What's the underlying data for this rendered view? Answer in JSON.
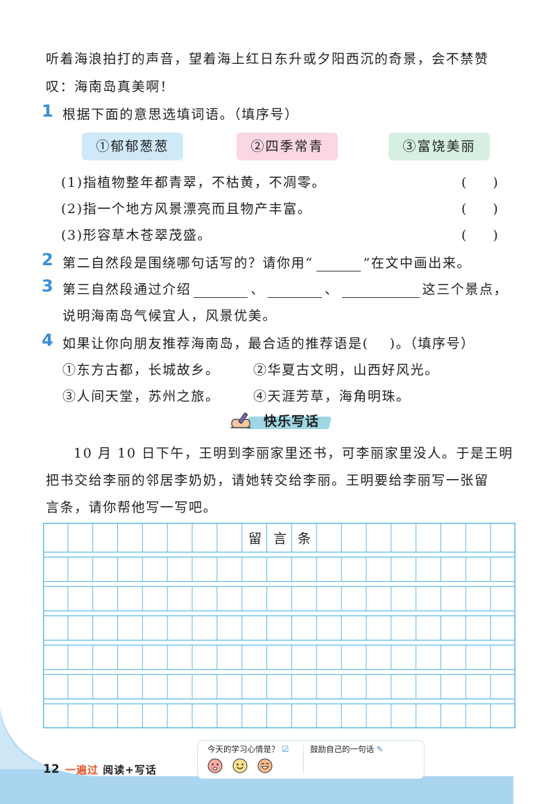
{
  "intro": {
    "line1": "听着海浪拍打的声音，望着海上红日东升或夕阳西沉的奇景，会不禁赞",
    "line2": "叹：海南岛真美啊！"
  },
  "q1": {
    "num": "1",
    "prompt": "根据下面的意思选填词语。（填序号）",
    "options": [
      "①郁郁葱葱",
      "②四季常青",
      "③富饶美丽"
    ],
    "items": [
      "(1)指植物整年都青翠，不枯黄，不凋零。",
      "(2)指一个地方风景漂亮而且物产丰富。",
      "(3)形容草木苍翠茂盛。"
    ],
    "answer_paren": "(　　)"
  },
  "q2": {
    "num": "2",
    "text_a": "第二自然段是围绕哪句话写的？请你用“",
    "text_b": "”在文中画出来。"
  },
  "q3": {
    "num": "3",
    "text_a": "第三自然段通过介绍",
    "sep": "、",
    "text_b": "这三个景点，",
    "line2": "说明海南岛气候宜人，风景优美。"
  },
  "q4": {
    "num": "4",
    "text_a": "如果让你向朋友推荐海南岛，最合适的推荐语是(",
    "text_b": ")。（填序号）",
    "opt1": "①东方古都，长城故乡。",
    "opt2": "②华夏古文明，山西好风光。",
    "opt3": "③人间天堂，苏州之旅。",
    "opt4": "④天涯芳草，海角明珠。"
  },
  "section": {
    "title": "快乐写话",
    "p1": "10 月 10 日下午，王明到李丽家里还书，可李丽家里没人。于是王明",
    "p2": "把书交给李丽的邻居李奶奶，请她转交给李丽。王明要给李丽写一张留",
    "p3": "言条，请你帮他写一写吧。"
  },
  "grid": {
    "title_chars": [
      "留",
      "言",
      "条"
    ],
    "columns": 19,
    "rows": 7
  },
  "footer": {
    "page_number": "12",
    "book_title_accent": "一遍过",
    "book_title_rest": "阅读+写话",
    "mood_question": "今天的学习心情是？",
    "cheer_prompt": "鼓励自己的一句话",
    "moods": [
      "cry-face-icon",
      "smile-face-icon",
      "laugh-face-icon"
    ]
  },
  "colors": {
    "accent_blue": "#3a8fd6",
    "grid_blue": "#5cb8e6",
    "pill_blue": "#cfe9f8",
    "pill_pink": "#fbd7e1",
    "pill_green": "#d6efe2",
    "band_blue": "#a9d5f1"
  }
}
